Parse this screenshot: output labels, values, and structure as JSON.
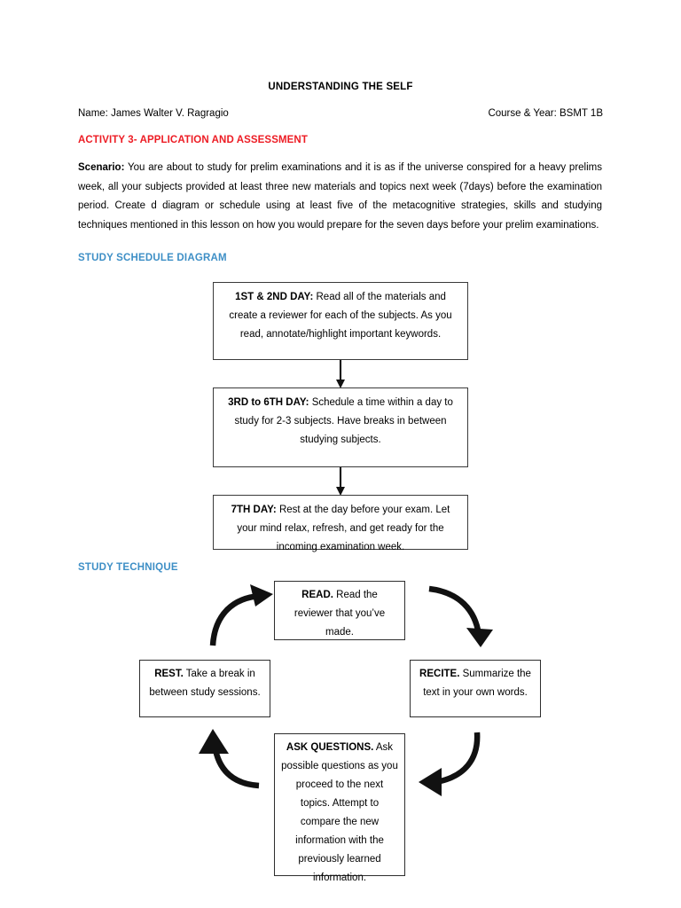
{
  "document": {
    "title": "UNDERSTANDING THE SELF",
    "name_label": "Name:",
    "name_value": "James Walter V. Ragragio",
    "name_line": "Name: James Walter V. Ragragio",
    "course_line": "Course & Year: BSMT 1B",
    "course_label": "Course & Year:",
    "course_value": "BSMT 1B",
    "activity_title": "ACTIVITY 3- APPLICATION AND ASSESSMENT",
    "scenario_label": "Scenario:",
    "scenario_body": " You are about to study for prelim examinations and it is as if the universe conspired for a heavy prelims week, all your subjects provided at least three new materials and topics next week (7days) before the examination period. Create d diagram or schedule using at least five of the metacognitive strategies, skills and studying techniques mentioned in this lesson on how you would prepare for the seven days before your prelim examinations."
  },
  "colors": {
    "heading_blue": "#3E8FC6",
    "activity_red": "#ED1C24",
    "box_border": "#3A3A3A",
    "text": "#000000",
    "background": "#FFFFFF"
  },
  "schedule_section": {
    "heading": "STUDY SCHEDULE DIAGRAM",
    "boxes": [
      {
        "lead": "1ST & 2ND DAY:",
        "body": " Read all of the materials and create a reviewer for each of the subjects. As you read, annotate/highlight important keywords."
      },
      {
        "lead": "3RD to 6TH DAY:",
        "body": " Schedule a time within a day to study for 2-3 subjects. Have breaks in between studying subjects."
      },
      {
        "lead": "7TH DAY:",
        "body": " Rest at the day before your exam. Let your mind relax, refresh, and get ready for the incoming examination week."
      }
    ],
    "connectors": [
      "down-arrow",
      "down-arrow"
    ]
  },
  "technique_section": {
    "heading": "STUDY TECHNIQUE",
    "boxes": [
      {
        "position": "top",
        "lead": "READ.",
        "body": " Read the reviewer that you’ve made."
      },
      {
        "position": "right",
        "lead": "RECITE.",
        "body": " Summarize the text in your own words."
      },
      {
        "position": "bottom",
        "lead": "ASK QUESTIONS.",
        "body": " Ask possible questions as you proceed to the next topics. Attempt to compare the new information with the previously learned information."
      },
      {
        "position": "left",
        "lead": "REST.",
        "body": " Take a break in between study sessions."
      }
    ],
    "arrows": [
      {
        "name": "rest-to-read",
        "direction": "curved-up-right"
      },
      {
        "name": "read-to-recite",
        "direction": "curved-down-right"
      },
      {
        "name": "recite-to-ask",
        "direction": "curved-down-left"
      },
      {
        "name": "ask-to-rest",
        "direction": "curved-up-left"
      }
    ]
  }
}
